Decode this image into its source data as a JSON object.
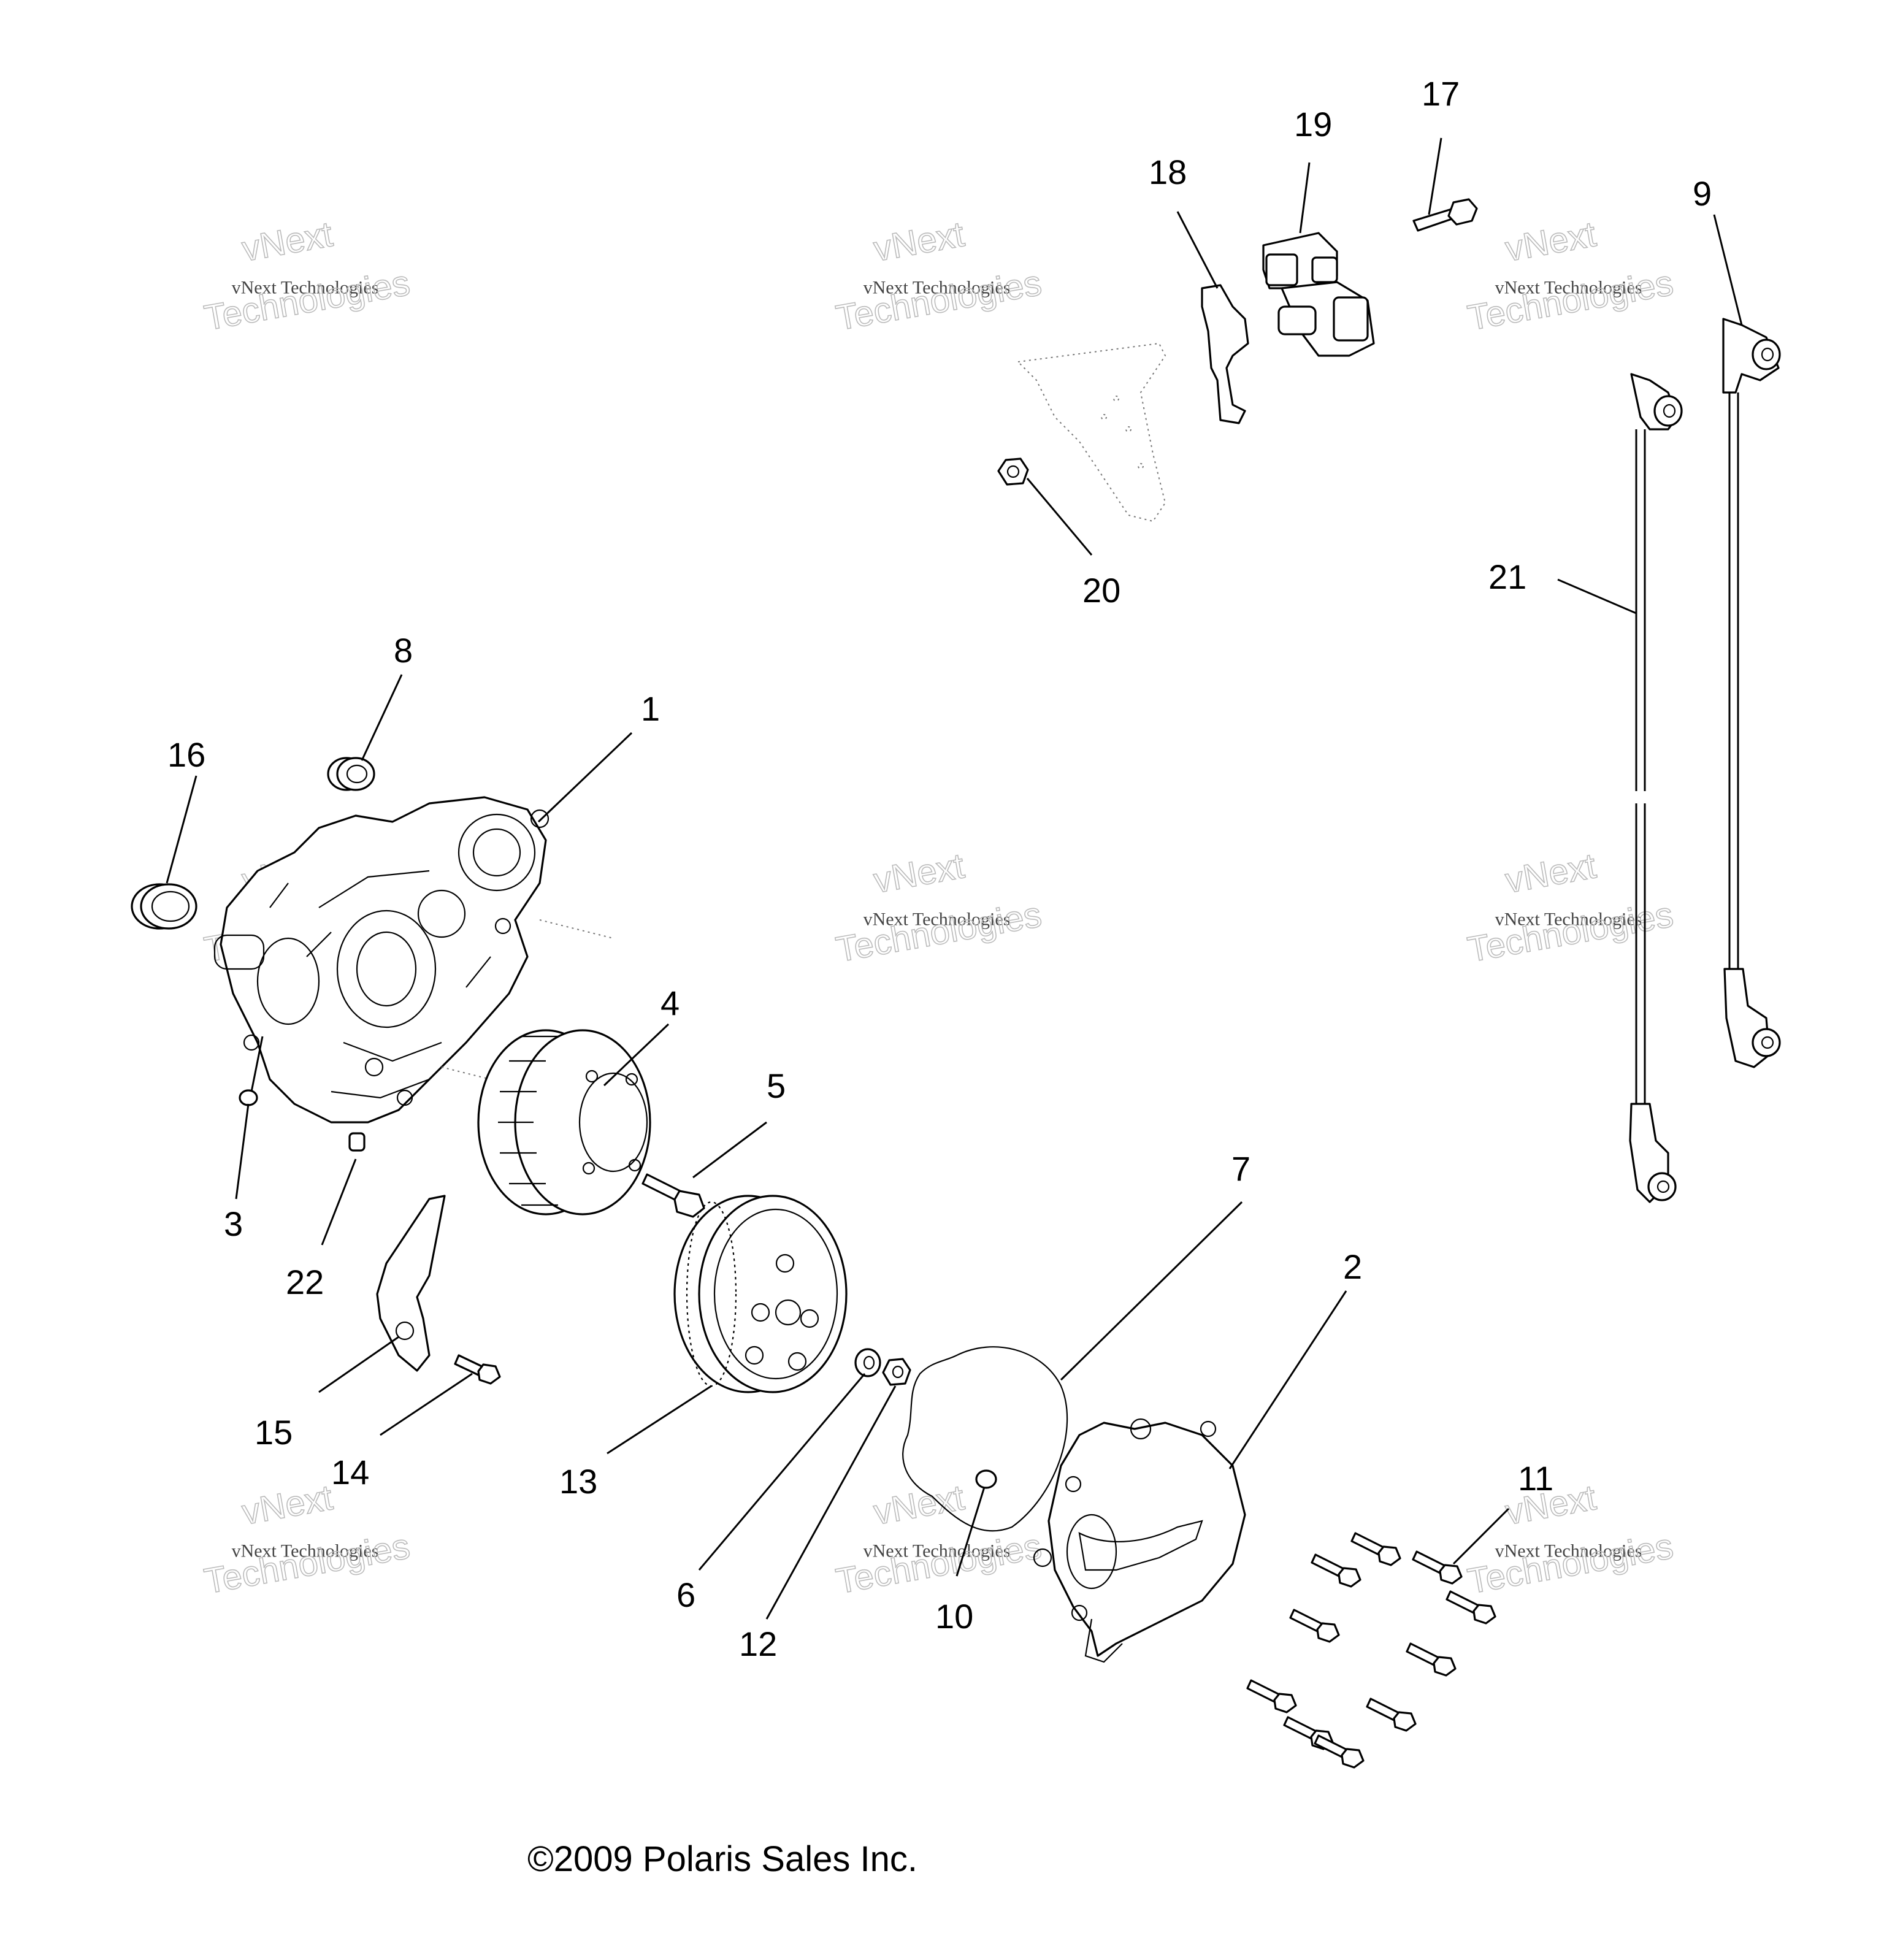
{
  "copyright": "©2009 Polaris Sales Inc.",
  "watermark": {
    "line1": "vNext",
    "line2": "vNext Technologies",
    "line3": "Technologies"
  },
  "callouts": {
    "c1": "1",
    "c2": "2",
    "c3": "3",
    "c4": "4",
    "c5": "5",
    "c6": "6",
    "c7": "7",
    "c8": "8",
    "c9": "9",
    "c10": "10",
    "c11": "11",
    "c12": "12",
    "c13": "13",
    "c14": "14",
    "c15": "15",
    "c16": "16",
    "c17": "17",
    "c18": "18",
    "c19": "19",
    "c20": "20",
    "c21": "21",
    "c22": "22"
  }
}
